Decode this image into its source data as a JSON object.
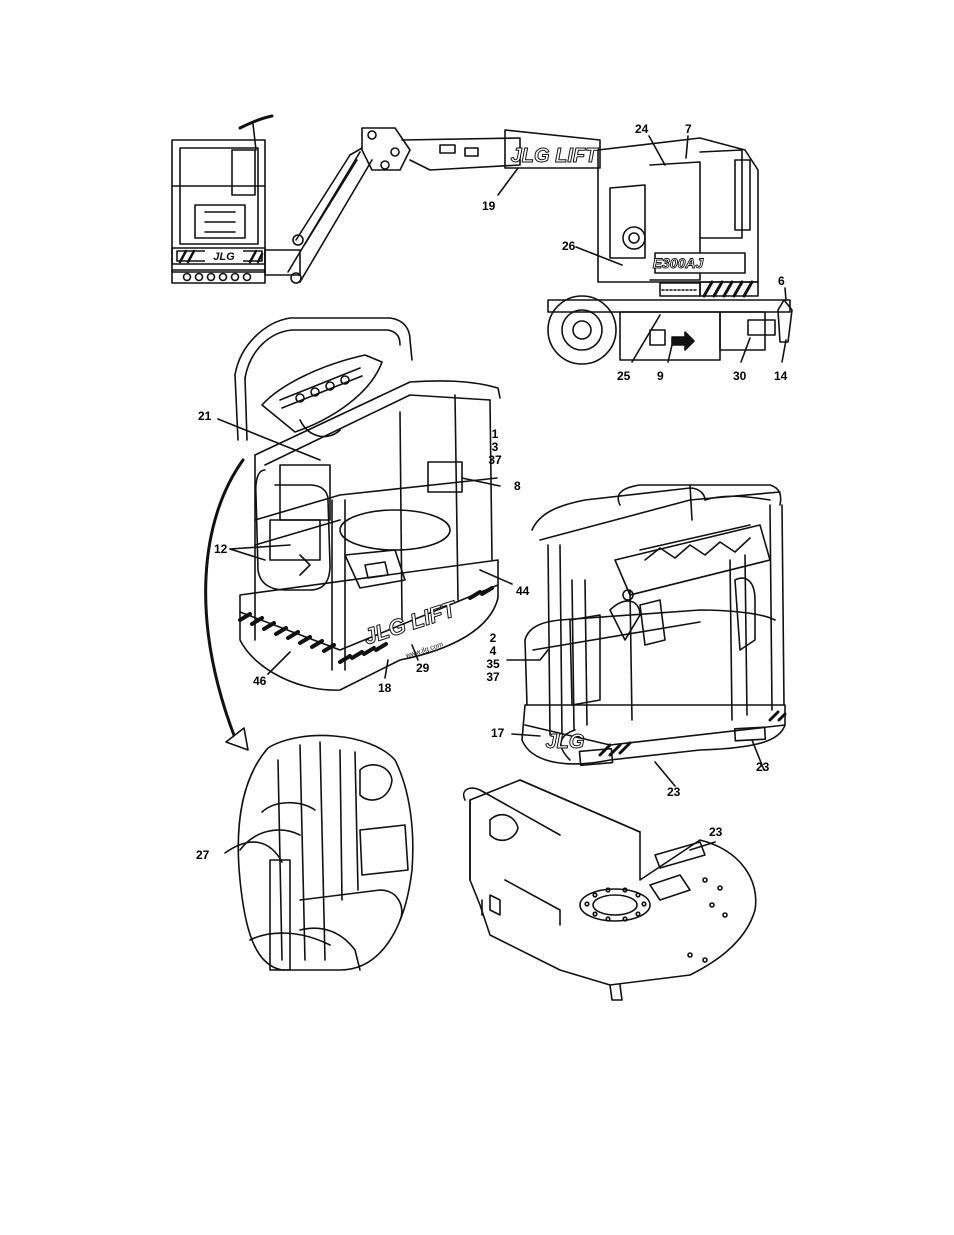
{
  "figure": {
    "logo_text": "JLG LIFT",
    "model_text": "E300AJ",
    "web_text": "www.jlg.com"
  },
  "callouts": {
    "c1": "1",
    "c3": "3",
    "c37a": "37",
    "c2": "2",
    "c4": "4",
    "c35": "35",
    "c37b": "37",
    "c6": "6",
    "c7": "7",
    "c8": "8",
    "c9": "9",
    "c12": "12",
    "c14": "14",
    "c17": "17",
    "c18": "18",
    "c19": "19",
    "c21": "21",
    "c23a": "23",
    "c23b": "23",
    "c23c": "23",
    "c24": "24",
    "c25": "25",
    "c26": "26",
    "c27": "27",
    "c29": "29",
    "c30": "30",
    "c44": "44",
    "c46": "46"
  }
}
